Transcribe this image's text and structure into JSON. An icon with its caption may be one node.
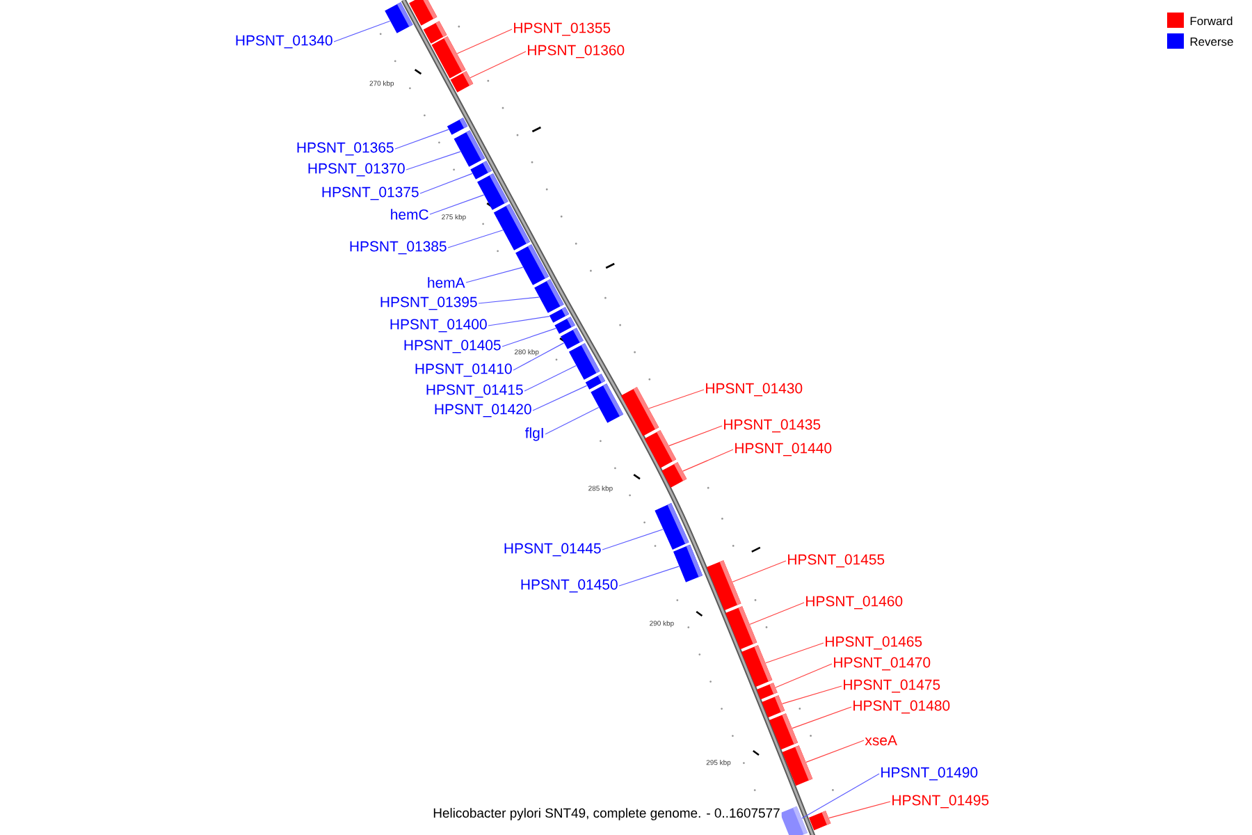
{
  "diagram": {
    "caption": "Helicobacter pylori SNT49, complete genome. - 0..1607577",
    "nodes": [
      {
        "text": [
          "HPSNT_01355"
        ]
      },
      {
        "text": [
          "HPSNT_01340"
        ]
      },
      {
        "text": [
          "HPSNT_01360"
        ]
      },
      {
        "text": [
          "HPSNT_01365"
        ]
      },
      {
        "text": [
          "HPSNT_01370"
        ]
      },
      {
        "text": [
          "HPSNT_01375"
        ]
      },
      {
        "text": [
          "hemC"
        ]
      },
      {
        "text": [
          "HPSNT_01385"
        ]
      },
      {
        "text": [
          "hemA"
        ]
      },
      {
        "text": [
          "HPSNT_01395"
        ]
      },
      {
        "text": [
          "HPSNT_01400"
        ]
      },
      {
        "text": [
          "HPSNT_01405"
        ]
      },
      {
        "text": [
          "HPSNT_01410"
        ]
      },
      {
        "text": [
          "HPSNT_01415"
        ]
      },
      {
        "text": [
          "HPSNT_01420"
        ]
      },
      {
        "text": [
          "HPSNT_01430"
        ]
      },
      {
        "text": [
          "HPSNT_01435"
        ]
      },
      {
        "text": [
          "flgI"
        ]
      },
      {
        "text": [
          "HPSNT_01440"
        ]
      },
      {
        "text": [
          "HPSNT_01445"
        ]
      },
      {
        "text": [
          "HPSNT_01455"
        ]
      },
      {
        "text": [
          "HPSNT_01450"
        ]
      },
      {
        "text": [
          "HPSNT_01460"
        ]
      },
      {
        "text": [
          "HPSNT_01465"
        ]
      },
      {
        "text": [
          "HPSNT_01470"
        ]
      },
      {
        "text": [
          "HPSNT_01475"
        ]
      },
      {
        "text": [
          "HPSNT_01480"
        ]
      },
      {
        "text": [
          "xseA"
        ]
      },
      {
        "text": [
          "HPSNT_01490"
        ]
      },
      {
        "text": [
          "HPSNT_01495"
        ]
      },
      {
        "text": [],
        "shape": "box"
      },
      {
        "text": [],
        "shape": "box"
      },
      {
        "text": [],
        "shape": "box"
      },
      {
        "text": [],
        "shape": "box"
      },
      {
        "text": [],
        "shape": "box"
      },
      {
        "text": [],
        "shape": "box"
      },
      {
        "text": [],
        "shape": "box"
      },
      {
        "text": [],
        "shape": "box"
      },
      {
        "text": [],
        "shape": "box"
      },
      {
        "text": [],
        "shape": "box"
      },
      {
        "text": [],
        "shape": "box"
      },
      {
        "text": [],
        "shape": "box"
      },
      {
        "text": [],
        "shape": "box"
      },
      {
        "text": [],
        "shape": "box"
      },
      {
        "text": [],
        "shape": "box"
      },
      {
        "text": [],
        "shape": "box"
      },
      {
        "text": [],
        "shape": "box"
      },
      {
        "text": [],
        "shape": "box"
      },
      {
        "text": [],
        "shape": "box"
      },
      {
        "text": [],
        "shape": "box"
      },
      {
        "text": [],
        "shape": "box"
      },
      {
        "text": [],
        "shape": "box"
      },
      {
        "text": [],
        "shape": "box"
      },
      {
        "text": [],
        "shape": "box"
      },
      {
        "text": [],
        "shape": "box"
      },
      {
        "text": [],
        "shape": "box"
      },
      {
        "text": [],
        "shape": "box"
      },
      {
        "text": [],
        "shape": "box"
      },
      {
        "text": [],
        "shape": "box"
      },
      {
        "text": [],
        "shape": "box"
      },
      {
        "text": [],
        "shape": "box"
      },
      {
        "text": [],
        "shape": "box"
      }
    ],
    "edges": [
      {
        "from": 1,
        "to": 30,
        "arrow": "none",
        "color": "#5a5aff"
      },
      {
        "from": 0,
        "to": 33,
        "arrow": "none",
        "color": "#ff4040"
      },
      {
        "from": 2,
        "to": 34,
        "arrow": "none",
        "color": "#ff4040"
      },
      {
        "from": 3,
        "to": 35,
        "arrow": "none",
        "color": "#5a5aff"
      },
      {
        "from": 4,
        "to": 36,
        "arrow": "none",
        "color": "#5a5aff"
      },
      {
        "from": 5,
        "to": 37,
        "arrow": "none",
        "color": "#5a5aff"
      },
      {
        "from": 6,
        "to": 38,
        "arrow": "none",
        "color": "#5a5aff"
      },
      {
        "from": 7,
        "to": 39,
        "arrow": "none",
        "color": "#5a5aff"
      },
      {
        "from": 8,
        "to": 40,
        "arrow": "none",
        "color": "#5a5aff"
      },
      {
        "from": 9,
        "to": 41,
        "arrow": "none",
        "color": "#5a5aff"
      },
      {
        "from": 10,
        "to": 42,
        "arrow": "none",
        "color": "#5a5aff"
      },
      {
        "from": 11,
        "to": 43,
        "arrow": "none",
        "color": "#5a5aff"
      },
      {
        "from": 12,
        "to": 44,
        "arrow": "none",
        "color": "#5a5aff"
      },
      {
        "from": 13,
        "to": 45,
        "arrow": "none",
        "color": "#5a5aff"
      },
      {
        "from": 14,
        "to": 46,
        "arrow": "none",
        "color": "#5a5aff"
      },
      {
        "from": 17,
        "to": 47,
        "arrow": "none",
        "color": "#5a5aff"
      },
      {
        "from": 15,
        "to": 48,
        "arrow": "none",
        "color": "#ff4040"
      },
      {
        "from": 16,
        "to": 49,
        "arrow": "none",
        "color": "#ff4040"
      },
      {
        "from": 18,
        "to": 50,
        "arrow": "none",
        "color": "#ff4040"
      },
      {
        "from": 19,
        "to": 51,
        "arrow": "none",
        "color": "#5a5aff"
      },
      {
        "from": 21,
        "to": 52,
        "arrow": "none",
        "color": "#5a5aff"
      },
      {
        "from": 20,
        "to": 53,
        "arrow": "none",
        "color": "#ff4040"
      },
      {
        "from": 22,
        "to": 54,
        "arrow": "none",
        "color": "#ff4040"
      },
      {
        "from": 23,
        "to": 55,
        "arrow": "none",
        "color": "#ff4040"
      },
      {
        "from": 24,
        "to": 56,
        "arrow": "none",
        "color": "#ff4040"
      },
      {
        "from": 25,
        "to": 57,
        "arrow": "none",
        "color": "#ff4040"
      },
      {
        "from": 26,
        "to": 58,
        "arrow": "none",
        "color": "#ff4040"
      },
      {
        "from": 27,
        "to": 59,
        "arrow": "none",
        "color": "#ff4040"
      },
      {
        "from": 28,
        "to": 60,
        "arrow": "none",
        "color": "#5a5aff"
      },
      {
        "from": 29,
        "to": 61,
        "arrow": "none",
        "color": "#ff4040"
      }
    ],
    "labels": [
      "270 kbp",
      "275 kbp",
      "280 kbp",
      "285 kbp",
      "290 kbp",
      "295 kbp"
    ],
    "legend": [
      {
        "text": "Forward",
        "color": "#ff0000"
      },
      {
        "text": "Reverse",
        "color": "#0000ff"
      }
    ]
  }
}
